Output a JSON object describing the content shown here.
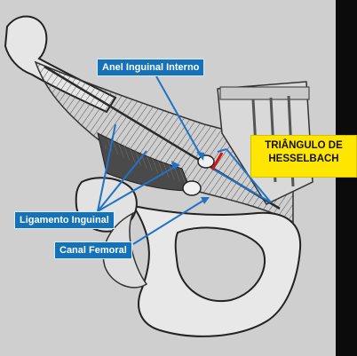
{
  "labels": {
    "anel": "Anel Inguinal Interno",
    "ligamento": "Ligamento Inguinal",
    "canal": "Canal Femoral"
  },
  "callout": {
    "line1": "TRIÂNGULO DE",
    "line2": "HESSELBACH"
  },
  "colors": {
    "label_bg": "#1672b8",
    "callout_bg": "#ffe600",
    "pointer": "#1f73c7",
    "triangle_edge": "#d4121a"
  }
}
